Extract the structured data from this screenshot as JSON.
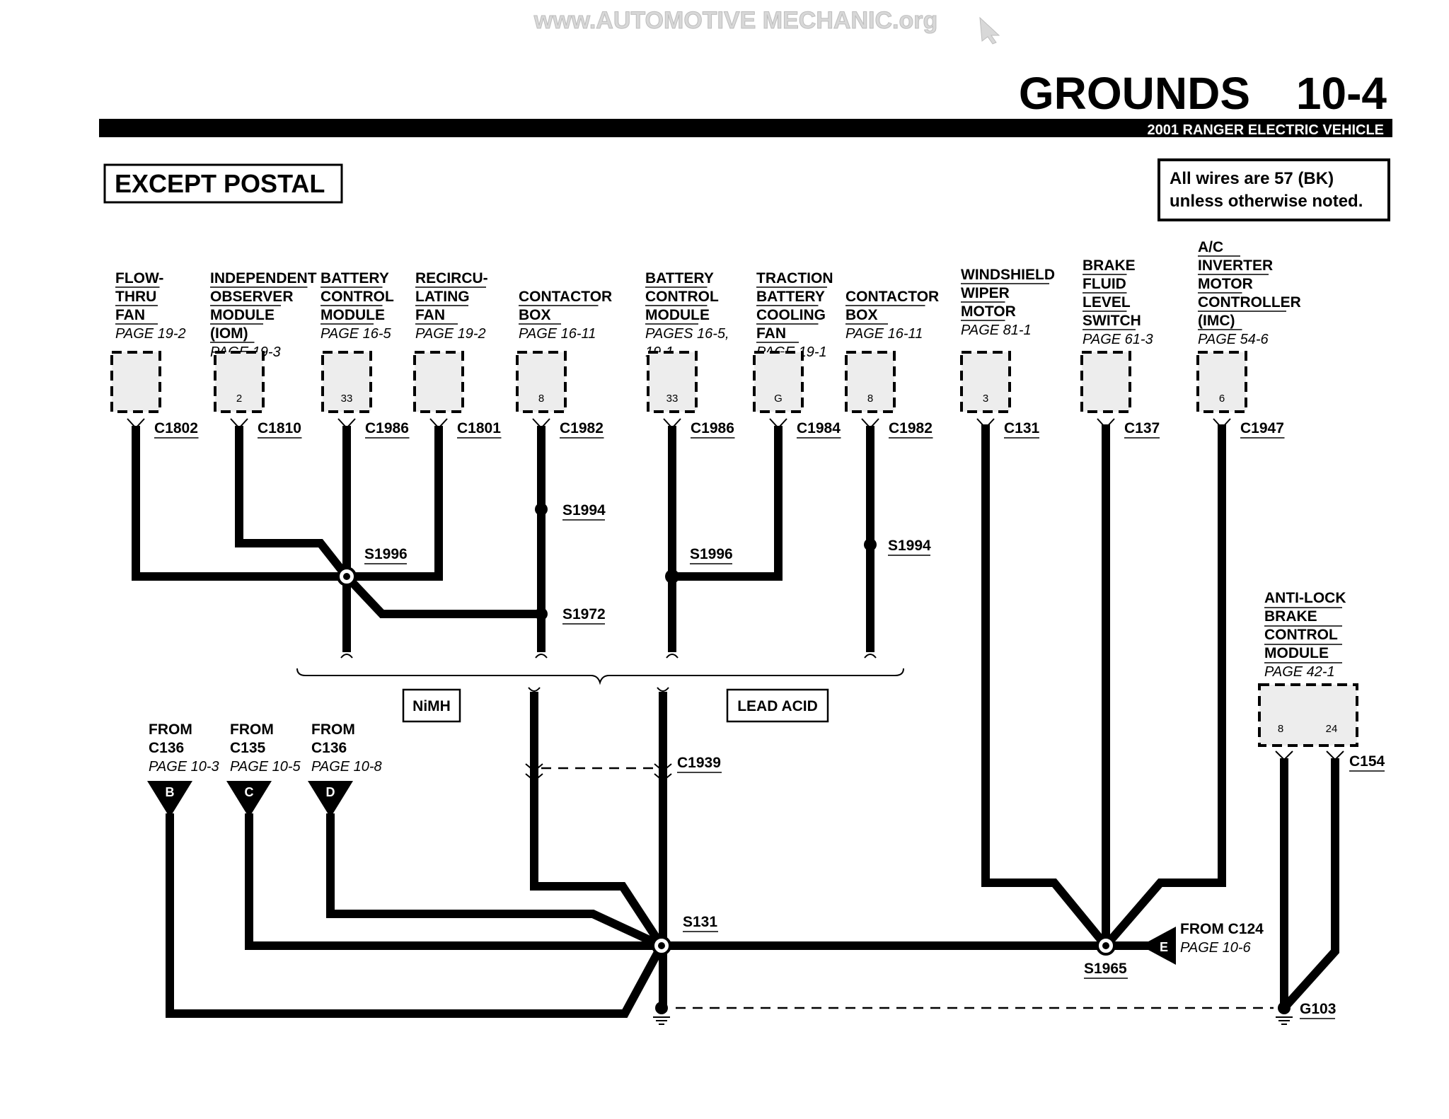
{
  "header": {
    "watermark": "www.AUTOMOTIVE MECHANIC.org",
    "title": "GROUNDS",
    "page_number": "10-4",
    "vehicle": "2001 RANGER ELECTRIC VEHICLE"
  },
  "scope_label": "EXCEPT POSTAL",
  "note": [
    "All wires are 57 (BK)",
    "unless otherwise noted."
  ],
  "components": [
    {
      "name": [
        "FLOW-",
        "THRU",
        "FAN"
      ],
      "page": [
        "PAGE 19-2"
      ],
      "pin": "",
      "connector": "C1802"
    },
    {
      "name": [
        "INDEPENDENT",
        "OBSERVER",
        "MODULE",
        "(IOM)"
      ],
      "page": [
        "PAGE 19-3"
      ],
      "pin": "2",
      "connector": "C1810"
    },
    {
      "name": [
        "BATTERY",
        "CONTROL",
        "MODULE"
      ],
      "page": [
        "PAGE 16-5"
      ],
      "pin": "33",
      "connector": "C1986"
    },
    {
      "name": [
        "RECIRCU-",
        "LATING",
        "FAN"
      ],
      "page": [
        "PAGE 19-2"
      ],
      "pin": "",
      "connector": "C1801"
    },
    {
      "name": [
        "CONTACTOR",
        "BOX"
      ],
      "page": [
        "PAGE 16-11"
      ],
      "pin": "8",
      "connector": "C1982"
    },
    {
      "name": [
        "BATTERY",
        "CONTROL",
        "MODULE"
      ],
      "page": [
        "PAGES 16-5,",
        "19-1"
      ],
      "pin": "33",
      "connector": "C1986"
    },
    {
      "name": [
        "TRACTION",
        "BATTERY",
        "COOLING",
        "FAN"
      ],
      "page": [
        "PAGE 19-1"
      ],
      "pin": "G",
      "connector": "C1984"
    },
    {
      "name": [
        "CONTACTOR",
        "BOX"
      ],
      "page": [
        "PAGE 16-11"
      ],
      "pin": "8",
      "connector": "C1982"
    },
    {
      "name": [
        "WINDSHIELD",
        "WIPER",
        "MOTOR"
      ],
      "page": [
        "PAGE 81-1"
      ],
      "pin": "3",
      "connector": "C131"
    },
    {
      "name": [
        "BRAKE",
        "FLUID",
        "LEVEL",
        "SWITCH"
      ],
      "page": [
        "PAGE 61-3"
      ],
      "pin": "",
      "connector": "C137"
    },
    {
      "name": [
        "A/C",
        "INVERTER",
        "MOTOR",
        "CONTROLLER",
        "(IMC)"
      ],
      "page": [
        "PAGE 54-6"
      ],
      "pin": "6",
      "connector": "C1947"
    }
  ],
  "abs_module": {
    "name": [
      "ANTI-LOCK",
      "BRAKE",
      "CONTROL",
      "MODULE"
    ],
    "page": "PAGE 42-1",
    "pins": [
      "8",
      "24"
    ],
    "connector": "C154"
  },
  "splices": {
    "s1996_left": "S1996",
    "s1994_left": "S1994",
    "s1972": "S1972",
    "s1996_right": "S1996",
    "s1994_right": "S1994",
    "s131": "S131",
    "s1965": "S1965"
  },
  "options": {
    "nimh": "NiMH",
    "lead_acid": "LEAD ACID"
  },
  "inline_connector": "C1939",
  "from_refs": [
    {
      "from": "FROM",
      "connector": "C136",
      "page": "PAGE 10-3",
      "letter": "B"
    },
    {
      "from": "FROM",
      "connector": "C135",
      "page": "PAGE 10-5",
      "letter": "C"
    },
    {
      "from": "FROM",
      "connector": "C136",
      "page": "PAGE 10-8",
      "letter": "D"
    }
  ],
  "from_e": {
    "text": "FROM C124",
    "page": "PAGE 10-6",
    "letter": "E"
  },
  "ground": "G103"
}
